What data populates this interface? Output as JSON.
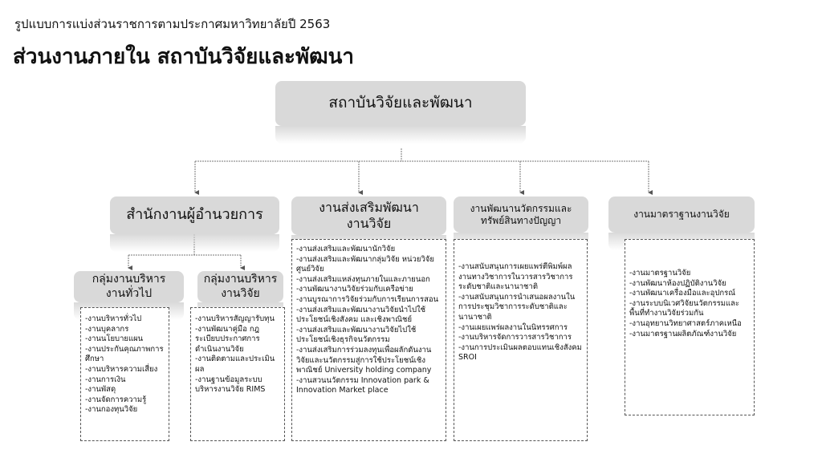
{
  "header": {
    "subtitle": "รูปแบบการแบ่งส่วนราชการตามประกาศมหาวิทยาลัยปี 2563",
    "title": "ส่วนงานภายใน สถาบันวิจัยและพัฒนา"
  },
  "root": {
    "label": "สถาบันวิจัยและพัฒนา"
  },
  "units": [
    {
      "label": "สำนักงานผู้อำนวยการ"
    },
    {
      "label": "งานส่งเสริมพัฒนางานวิจัย",
      "items": [
        "-งานส่งเสริมและพัฒนานักวิจัย",
        "-งานส่งเสริมและพัฒนากลุ่มวิจัย หน่วยวิจัย ศูนย์วิจัย",
        "-งานส่งเสริมแหล่งทุนภายในและภายนอก",
        "-งานพัฒนางานวิจัยร่วมกับเครือข่าย",
        "-งานบูรณาการวิจัยร่วมกับการเรียนการสอน",
        "-งานส่งเสริมและพัฒนางานวิจัยนำไปใช้ประโยชน์เชิงสังคม และเชิงพาณิชย์",
        "-งานส่งเสริมและพัฒนางานวิจัยไปใช้ประโยชน์เชิงธุรกิจนวัตกรรม",
        "-งานส่งเสริมการร่วมลงทุนเพื่อผลักดันงานวิจัยและนวัตกรรมสู่การใช้ประโยชน์เชิงพาณิชย์ University holding company",
        "-งานสวนนวัตกรรม Innovation park & Innovation Market place"
      ]
    },
    {
      "label": "งานพัฒนานวัตกรรมและทรัพย์สินทางปัญญา",
      "items": [
        "-งานสนับสนุนการเผยแพร่ตีพิมพ์ผลงานทางวิชาการในวารสารวิชาการระดับชาติและนานาชาติ",
        "-งานสนับสนุนการนำเสนอผลงานในการประชุมวิชาการระดับชาติและนานาชาติ",
        "-งานเผยแพร่ผลงานในนิทรรศการ",
        "-งานบริหารจัดการวารสารวิชาการ",
        "-งานการประเมินผลตอบแทนเชิงสังคม SROI"
      ]
    },
    {
      "label": "งานมาตราฐานงานวิจัย",
      "items": [
        "-งานมาตรฐานวิจัย",
        "-งานพัฒนาห้องปฏิบัติงานวิจัย",
        "-งานพัฒนาเครื่องมือและอุปกรณ์",
        "-งานระบบนิเวศวิจัยนวัตกรรมและพื้นที่ทำงานวิจัยร่วมกัน",
        "-งานอุทยานวิทยาศาสตร์ภาคเหนือ",
        "-งานมาตรฐานผลิตภัณฑ์งานวิจัย"
      ]
    }
  ],
  "groups": [
    {
      "label": "กลุ่มงานบริหารงานทั่วไป",
      "items": [
        "-งานบริหารทั่วไป",
        "-งานบุคลากร",
        "-งานนโยบายแผน",
        "-งานประกันคุณภาพการศึกษา",
        "-งานบริหารความเสี่ยง",
        "-งานการเงิน",
        "-งานพัสดุ",
        "-งานจัดการความรู้",
        "-งานกองทุนวิจัย"
      ]
    },
    {
      "label": "กลุ่มงานบริหารงานวิจัย",
      "items": [
        "-งานบริหารสัญญารับทุน",
        "-งานพัฒนาคู่มือ กฎระเบียบประกาศการดำเนินงานวิจัย",
        "-งานติดตามและประเมินผล",
        "-งานฐานข้อมูลระบบบริหารงานวิจัย RIMS"
      ]
    }
  ]
}
